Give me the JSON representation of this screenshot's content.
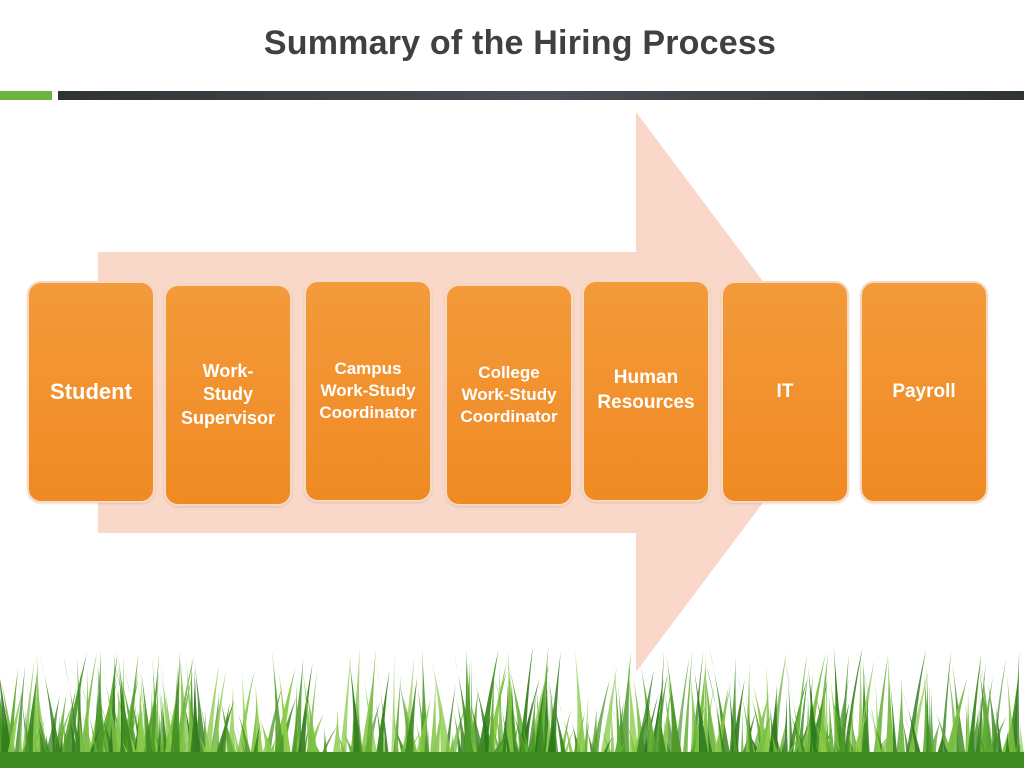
{
  "slide": {
    "title": "Summary of the Hiring Process"
  },
  "process_steps": [
    {
      "label": "Student"
    },
    {
      "label": "Work-\nStudy\nSupervisor"
    },
    {
      "label": "Campus\nWork-Study\nCoordinator"
    },
    {
      "label": "College\nWork-Study\nCoordinator"
    },
    {
      "label": "Human\nResources"
    },
    {
      "label": "IT"
    },
    {
      "label": "Payroll"
    }
  ],
  "colors": {
    "box_fill": "#f08a23",
    "arrow_fill": "#f9d8c9",
    "title_text": "#404040",
    "accent_green": "#6cb33f",
    "grass_green": "#4f9a2a"
  }
}
